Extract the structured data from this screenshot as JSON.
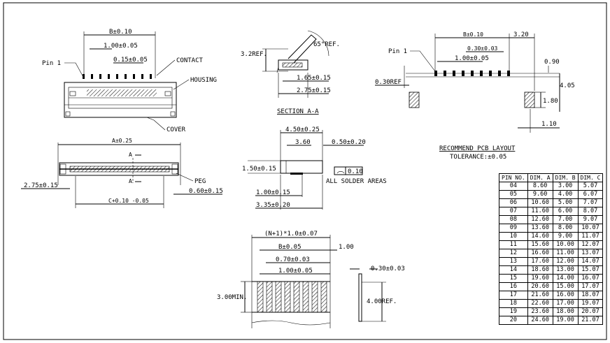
{
  "front_view": {
    "dim_b": "B±0.10",
    "pitch": "1.00±0.05",
    "contact_offset": "0.15±0.05",
    "pin1": "Pin 1",
    "contact": "CONTACT",
    "housing": "HOUSING",
    "cover": "COVER"
  },
  "bottom_view": {
    "dim_a": "A±0.25",
    "height": "2.75±0.15",
    "cut_marker": "A",
    "dim_c": "C+0.10 -0.05",
    "peg": "PEG",
    "peg_offset": "0.60±0.15"
  },
  "section": {
    "height_ref": "3.2REF.",
    "angle_ref": "65°REF.",
    "dim1": "1.65±0.15",
    "dim2": "2.75±0.15",
    "title": "SECTION A-A"
  },
  "side_view": {
    "length": "4.50±0.25",
    "length2": "3.60",
    "offset": "0.50±0.20",
    "height": "1.50±0.15",
    "tolerance_value": "0.10",
    "solder_note": "ALL SOLDER AREAS",
    "dim_bottom1": "1.00±0.15",
    "dim_bottom2": "3.35±0.20"
  },
  "pcb_layout": {
    "dim_b": "B±0.10",
    "width": "3.20",
    "pad_width": "0.30±0.03",
    "pitch": "1.00±0.05",
    "pin1": "Pin 1",
    "gap": "0.30REF",
    "pad_len": "0.90",
    "total": "4.05",
    "peg_len": "1.80",
    "peg_offset": "1.10",
    "title": "RECOMMEND PCB LAYOUT",
    "tolerance": "TOLERANCE:±0.05"
  },
  "fpc": {
    "total": "(N+1)*1.0±0.07",
    "dim_b": "B±0.05",
    "edge": "1.00",
    "finger_width": "0.70±0.03",
    "pitch": "1.00±0.05",
    "min_len": "3.00MIN.",
    "thickness": "0.30±0.03",
    "stiffener": "4.00REF."
  },
  "table": {
    "headers": [
      "PIN NO.",
      "DIM. A",
      "DIM. B",
      "DIM. C"
    ],
    "rows": [
      [
        "04",
        "8.60",
        "3.00",
        "5.07"
      ],
      [
        "05",
        "9.60",
        "4.00",
        "6.07"
      ],
      [
        "06",
        "10.60",
        "5.00",
        "7.07"
      ],
      [
        "07",
        "11.60",
        "6.00",
        "8.07"
      ],
      [
        "08",
        "12.60",
        "7.00",
        "9.07"
      ],
      [
        "09",
        "13.60",
        "8.00",
        "10.07"
      ],
      [
        "10",
        "14.60",
        "9.00",
        "11.07"
      ],
      [
        "11",
        "15.60",
        "10.00",
        "12.07"
      ],
      [
        "12",
        "16.60",
        "11.00",
        "13.07"
      ],
      [
        "13",
        "17.60",
        "12.00",
        "14.07"
      ],
      [
        "14",
        "18.60",
        "13.00",
        "15.07"
      ],
      [
        "15",
        "19.60",
        "14.00",
        "16.07"
      ],
      [
        "16",
        "20.60",
        "15.00",
        "17.07"
      ],
      [
        "17",
        "21.60",
        "16.00",
        "18.07"
      ],
      [
        "18",
        "22.60",
        "17.00",
        "19.07"
      ],
      [
        "19",
        "23.60",
        "18.00",
        "20.07"
      ],
      [
        "20",
        "24.60",
        "19.00",
        "21.07"
      ]
    ]
  }
}
